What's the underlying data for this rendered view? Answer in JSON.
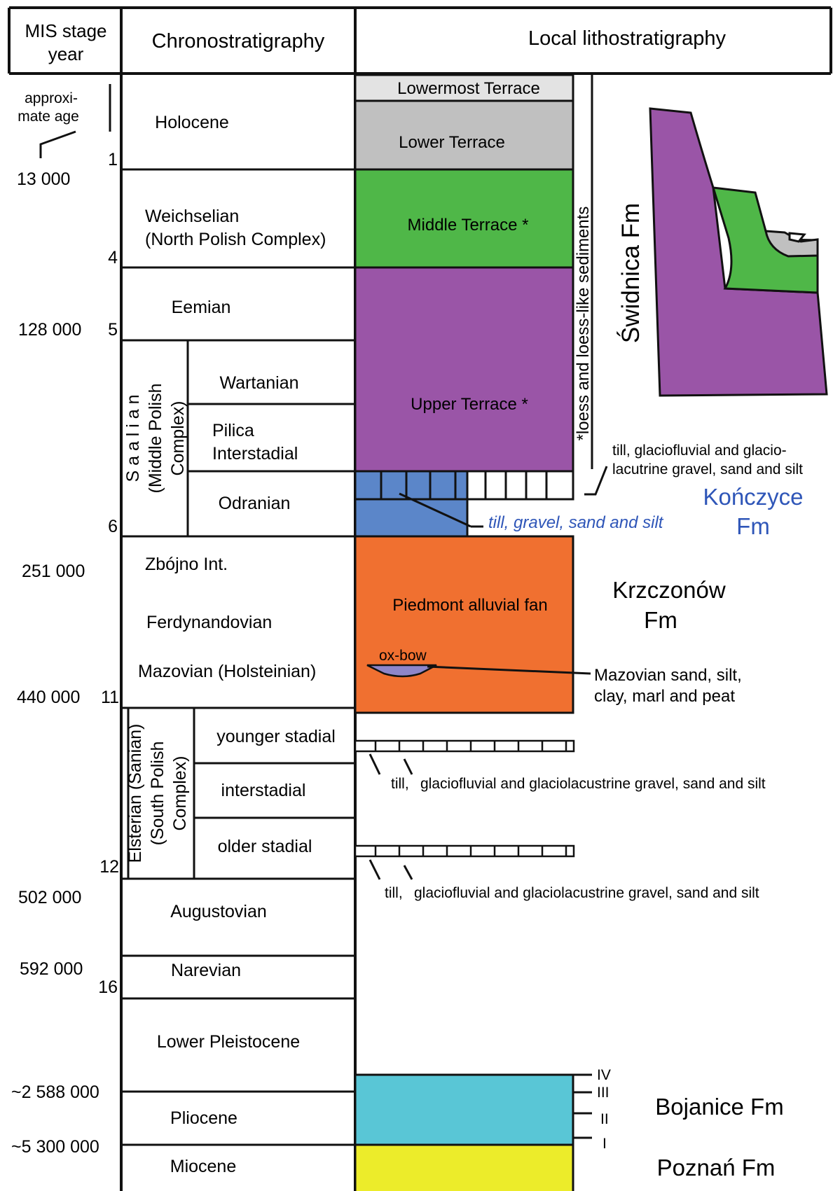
{
  "header": {
    "mis_line1": "MIS stage",
    "mis_line2": "year",
    "chrono": "Chronostratigraphy",
    "litho": "Local lithostratigraphy"
  },
  "age_scale": {
    "approx_line1": "approxi-",
    "approx_line2": "mate age",
    "ages": [
      "13 000",
      "128 000",
      "251 000",
      "440 000",
      "502 000",
      "592 000",
      "~2 588 000",
      "~5 300 000"
    ],
    "stages": [
      "1",
      "4",
      "5",
      "6",
      "11",
      "12",
      "16"
    ]
  },
  "chrono_units": {
    "holocene": "Holocene",
    "weichselian_1": "Weichselian",
    "weichselian_2": "(North Polish Complex)",
    "eemian": "Eemian",
    "saalian_1": "S a a l i a n",
    "saalian_2": "(Middle Polish",
    "saalian_3": "Complex)",
    "wartanian": "Wartanian",
    "pilica_1": "Pilica",
    "pilica_2": "Interstadial",
    "odranian": "Odranian",
    "zbojno": "Zbójno Int.",
    "ferdynandovian": "Ferdynandovian",
    "mazovian": "Mazovian (Holsteinian)",
    "elsterian_1": "Elsterian (Sanian)",
    "elsterian_2": "(South Polish",
    "elsterian_3": "Complex)",
    "younger_stadial": "younger stadial",
    "interstadial": "interstadial",
    "older_stadial": "older stadial",
    "augustovian": "Augustovian",
    "narevian": "Narevian",
    "lower_pleistocene": "Lower Pleistocene",
    "pliocene": "Pliocene",
    "miocene": "Miocene"
  },
  "litho_units": {
    "lowermost_terrace": "Lowermost Terrace",
    "lower_terrace": "Lower Terrace",
    "middle_terrace": "Middle Terrace *",
    "upper_terrace": "Upper Terrace *",
    "loess_note": "*loess and loess-like sediments",
    "swidnica_fm": "Świdnica Fm",
    "till_glacio_1": "till, glaciofluvial and glacio-",
    "till_glacio_2": "lacutrine gravel, sand and silt",
    "till_gravel_blue": "till, gravel, sand and silt",
    "konczyce_1": "Kończyce",
    "konczyce_2": "Fm",
    "piedmont_fan": "Piedmont alluvial fan",
    "ox_bow": "ox-bow",
    "krzczonow_1": "Krzczonów",
    "krzczonow_2": "Fm",
    "mazovian_sed_1": "Mazovian sand, silt,",
    "mazovian_sed_2": "clay, marl and peat",
    "elster_till_a": "till,",
    "elster_till_b": "glaciofluvial and glaciolacustrine gravel, sand and silt",
    "elster_till_c": "till,",
    "elster_till_d": "glaciofluvial and glaciolacustrine gravel, sand and silt",
    "roman_iv": "IV",
    "roman_iii": "III",
    "roman_ii": "II",
    "roman_i": "I",
    "bojanice_fm": "Bojanice Fm",
    "poznan_fm": "Poznań Fm"
  },
  "colors": {
    "lowermost_terrace": "#e3e3e3",
    "lower_terrace": "#c0c0c0",
    "middle_terrace": "#4fb748",
    "upper_terrace": "#9a55a7",
    "till_blue": "#5b86c9",
    "piedmont_fan": "#f07030",
    "ox_bow": "#8e86c9",
    "bojanice": "#59c6d6",
    "poznan": "#ecec2a",
    "konczyce_text": "#2f56b8"
  }
}
